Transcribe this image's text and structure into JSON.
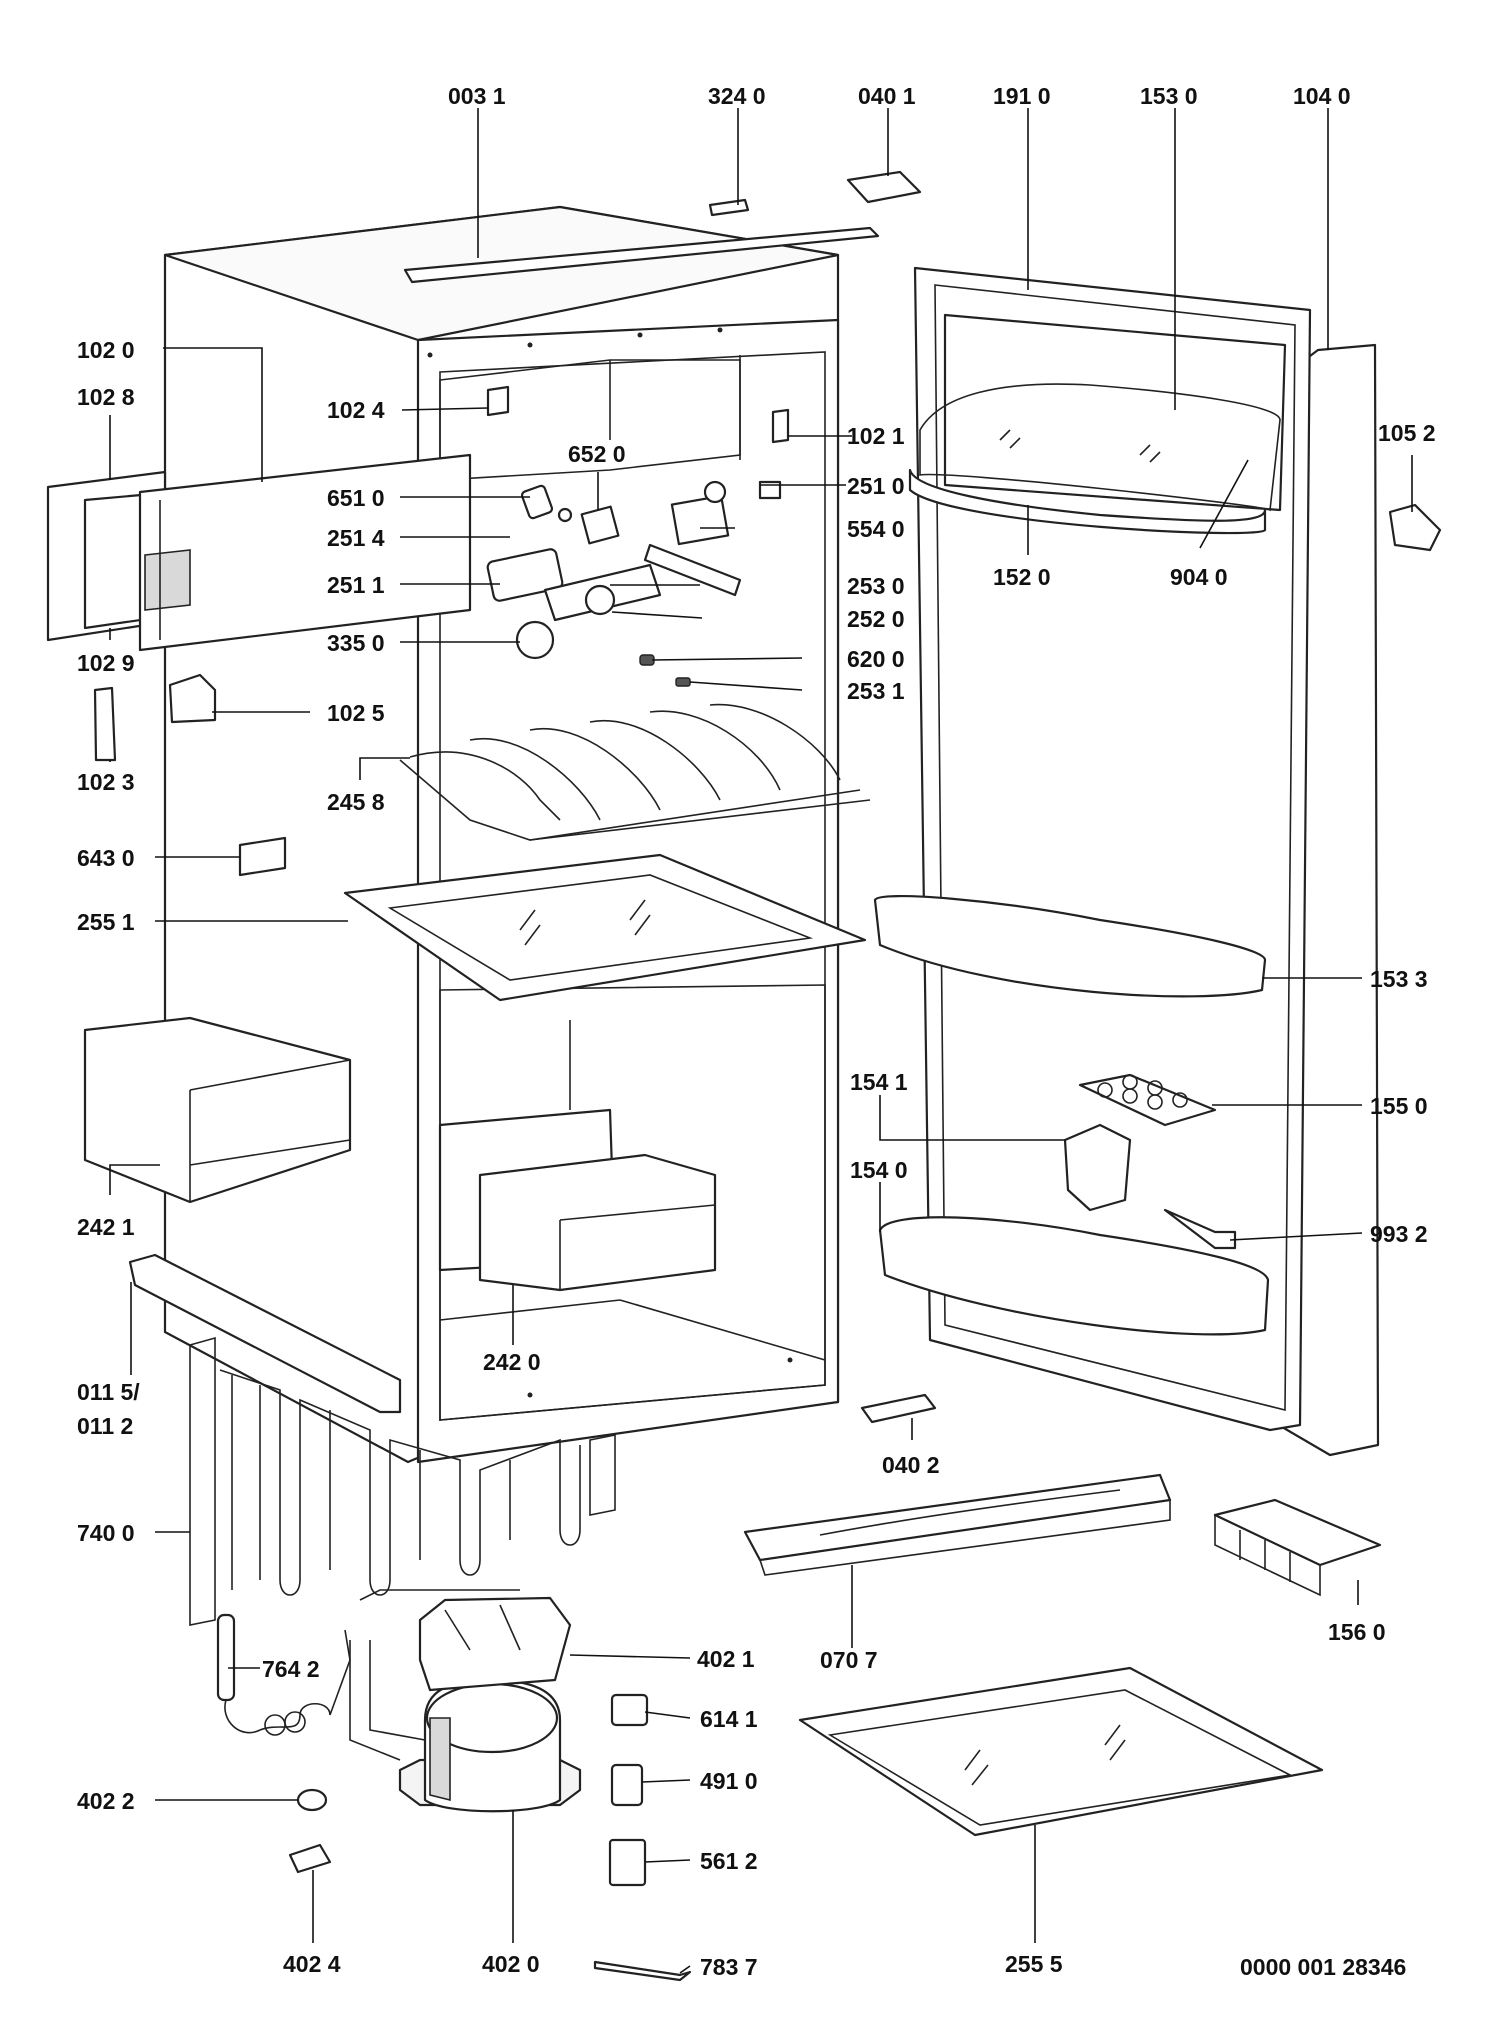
{
  "labels": [
    {
      "id": "0031",
      "text": "003 1"
    },
    {
      "id": "3240",
      "text": "324 0"
    },
    {
      "id": "0401",
      "text": "040 1"
    },
    {
      "id": "1910",
      "text": "191 0"
    },
    {
      "id": "1530",
      "text": "153 0"
    },
    {
      "id": "1040",
      "text": "104 0"
    },
    {
      "id": "1020",
      "text": "102 0"
    },
    {
      "id": "1028",
      "text": "102 8"
    },
    {
      "id": "1024",
      "text": "102 4"
    },
    {
      "id": "1021",
      "text": "102 1"
    },
    {
      "id": "1052",
      "text": "105 2"
    },
    {
      "id": "6520",
      "text": "652 0"
    },
    {
      "id": "6510",
      "text": "651 0"
    },
    {
      "id": "2510",
      "text": "251 0"
    },
    {
      "id": "2514",
      "text": "251 4"
    },
    {
      "id": "5540",
      "text": "554 0"
    },
    {
      "id": "1520",
      "text": "152 0"
    },
    {
      "id": "9040",
      "text": "904 0"
    },
    {
      "id": "2511",
      "text": "251 1"
    },
    {
      "id": "2530",
      "text": "253 0"
    },
    {
      "id": "2520",
      "text": "252 0"
    },
    {
      "id": "3350",
      "text": "335 0"
    },
    {
      "id": "1029",
      "text": "102 9"
    },
    {
      "id": "6200",
      "text": "620 0"
    },
    {
      "id": "2531",
      "text": "253 1"
    },
    {
      "id": "1025",
      "text": "102 5"
    },
    {
      "id": "1023",
      "text": "102 3"
    },
    {
      "id": "2458",
      "text": "245 8"
    },
    {
      "id": "6430",
      "text": "643 0"
    },
    {
      "id": "2551",
      "text": "255 1"
    },
    {
      "id": "1533",
      "text": "153 3"
    },
    {
      "id": "1541",
      "text": "154 1"
    },
    {
      "id": "1550",
      "text": "155 0"
    },
    {
      "id": "1540",
      "text": "154 0"
    },
    {
      "id": "2421",
      "text": "242 1"
    },
    {
      "id": "9932",
      "text": "993 2"
    },
    {
      "id": "0115",
      "text": "011 5/"
    },
    {
      "id": "0112",
      "text": "011 2"
    },
    {
      "id": "2420",
      "text": "242 0"
    },
    {
      "id": "0402",
      "text": "040 2"
    },
    {
      "id": "7400",
      "text": "740 0"
    },
    {
      "id": "1560",
      "text": "156 0"
    },
    {
      "id": "7642",
      "text": "764 2"
    },
    {
      "id": "4021",
      "text": "402 1"
    },
    {
      "id": "0707",
      "text": "070 7"
    },
    {
      "id": "6141",
      "text": "614 1"
    },
    {
      "id": "4022",
      "text": "402 2"
    },
    {
      "id": "4910",
      "text": "491 0"
    },
    {
      "id": "5612",
      "text": "561 2"
    },
    {
      "id": "4024",
      "text": "402 4"
    },
    {
      "id": "4020",
      "text": "402 0"
    },
    {
      "id": "7837",
      "text": "783 7"
    },
    {
      "id": "2555",
      "text": "255 5"
    },
    {
      "id": "docno",
      "text": "0000 001 28346"
    }
  ]
}
